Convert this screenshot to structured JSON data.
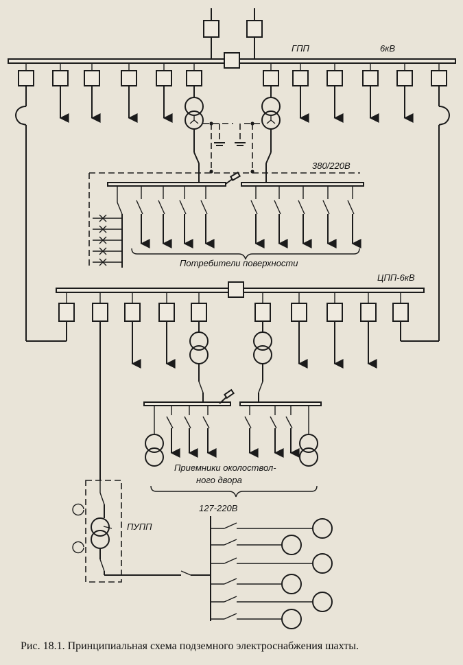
{
  "labels": {
    "gpp": "ГПП",
    "gpp_voltage": "6кВ",
    "lv_voltage": "380/220В",
    "surface_consumers": "Потребители поверхности",
    "cpp": "ЦПП-6кВ",
    "shaft_line1": "Приемники околоствол-",
    "shaft_line2": "ного двора",
    "pupp_voltage": "127-220В",
    "pupp": "ПУПП"
  },
  "caption": "Рис. 18.1. Принципиальная схема подземного электроснабжения шахты."
}
